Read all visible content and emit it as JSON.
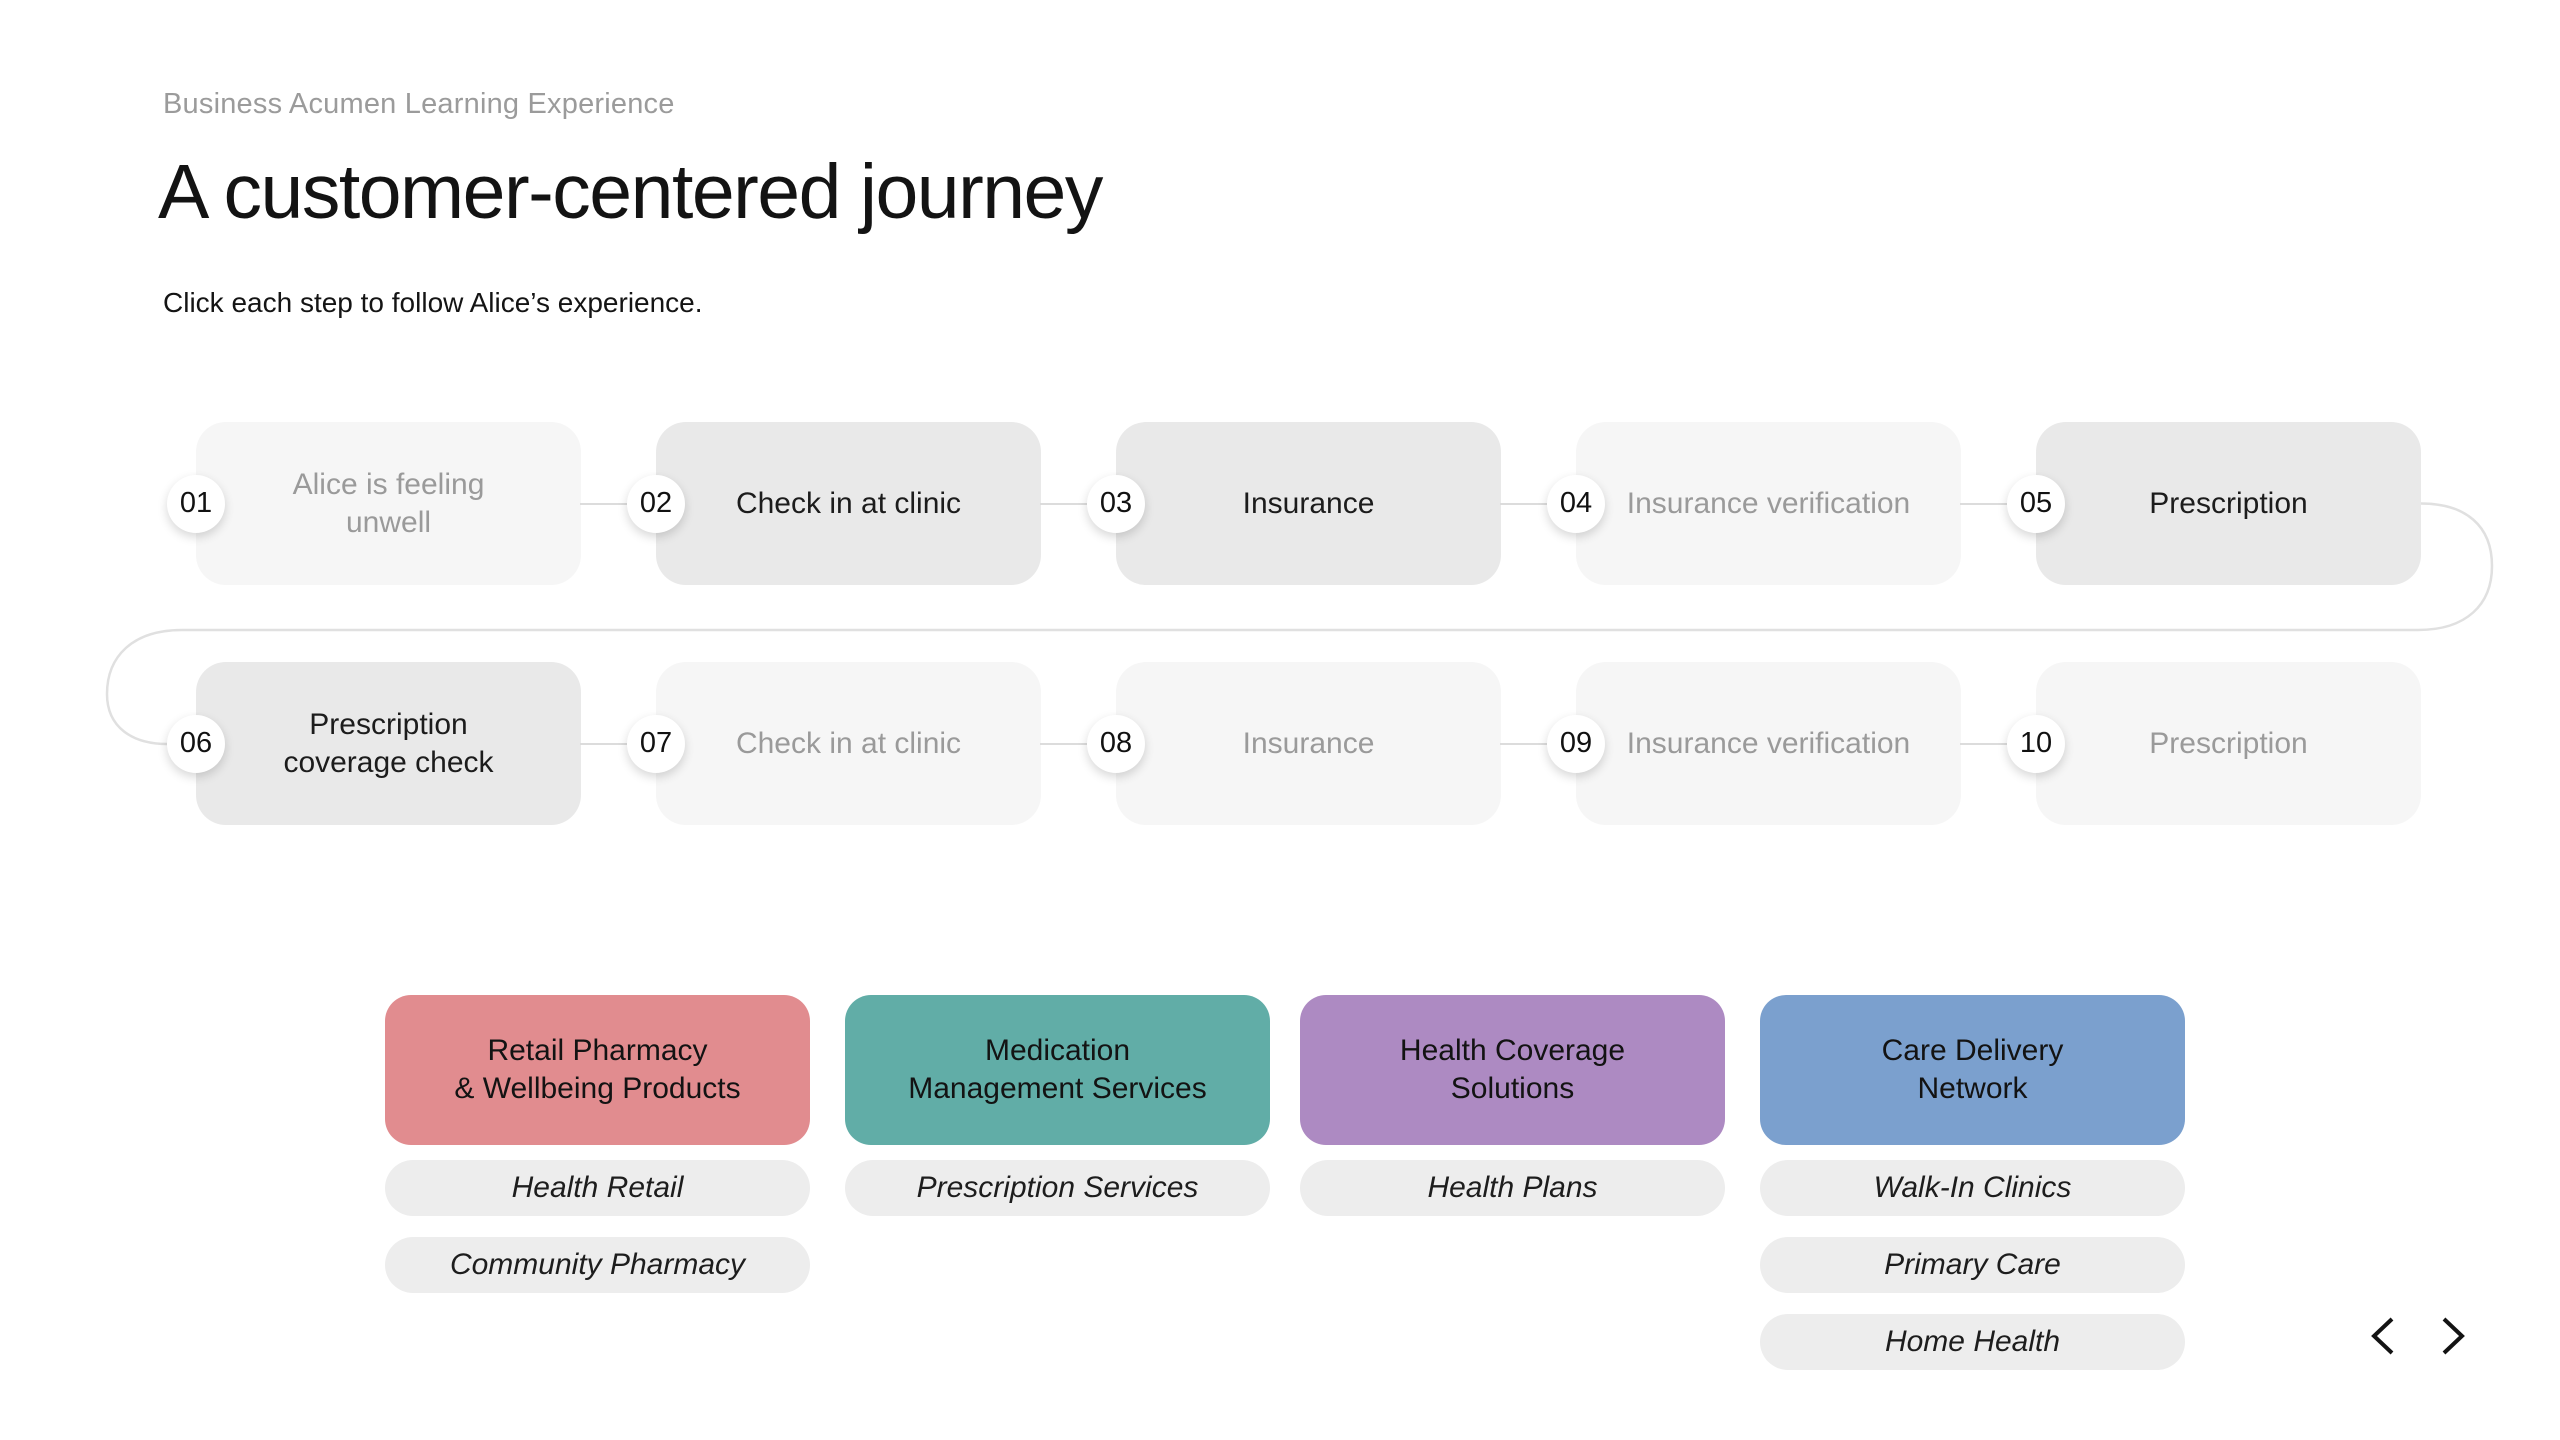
{
  "page": {
    "eyebrow": "Business Acumen Learning Experience",
    "title": "A customer-centered journey",
    "subtitle": "Click each step to follow Alice’s experience."
  },
  "journey": {
    "steps": [
      {
        "number": "01",
        "label": "Alice is feeling unwell",
        "state": "inactive"
      },
      {
        "number": "02",
        "label": "Check in at clinic",
        "state": "active"
      },
      {
        "number": "03",
        "label": "Insurance",
        "state": "active"
      },
      {
        "number": "04",
        "label": "Insurance verification",
        "state": "inactive"
      },
      {
        "number": "05",
        "label": "Prescription",
        "state": "active"
      },
      {
        "number": "06",
        "label": "Prescription coverage check",
        "state": "active"
      },
      {
        "number": "07",
        "label": "Check in at clinic",
        "state": "inactive"
      },
      {
        "number": "08",
        "label": "Insurance",
        "state": "inactive"
      },
      {
        "number": "09",
        "label": "Insurance verification",
        "state": "inactive"
      },
      {
        "number": "10",
        "label": "Prescription",
        "state": "inactive"
      }
    ]
  },
  "categories": [
    {
      "title": "Retail Pharmacy\n& Wellbeing Products",
      "color": "#e18c8f",
      "tags": [
        "Health Retail",
        "Community Pharmacy"
      ]
    },
    {
      "title": "Medication\nManagement Services",
      "color": "#61ada7",
      "tags": [
        "Prescription Services"
      ]
    },
    {
      "title": "Health Coverage\nSolutions",
      "color": "#ad8ac2",
      "tags": [
        "Health Plans"
      ]
    },
    {
      "title": "Care Delivery\nNetwork",
      "color": "#7ba0ce",
      "tags": [
        "Walk-In Clinics",
        "Primary Care",
        "Home Health"
      ]
    }
  ],
  "colors": {
    "step_active_bg": "#e9e9e9",
    "step_inactive_bg": "#f6f6f6",
    "step_inactive_text": "#9a9a9a",
    "connector_line": "#dcdcdc",
    "pill_bg": "#ededed"
  }
}
